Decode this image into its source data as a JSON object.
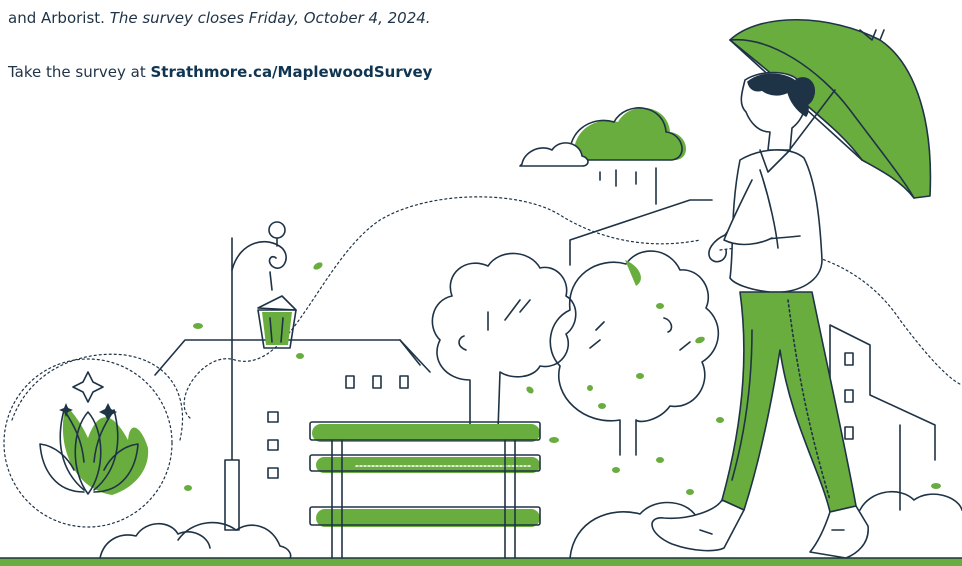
{
  "intro": {
    "prefix": "and Arborist. ",
    "deadline": "The survey closes Friday, October 4, 2024."
  },
  "cta": {
    "prefix": "Take the survey at ",
    "link": "Strathmore.ca/MaplewoodSurvey"
  },
  "colors": {
    "accent": "#6aad3f",
    "ink": "#1f3346",
    "link": "#0f3552"
  }
}
